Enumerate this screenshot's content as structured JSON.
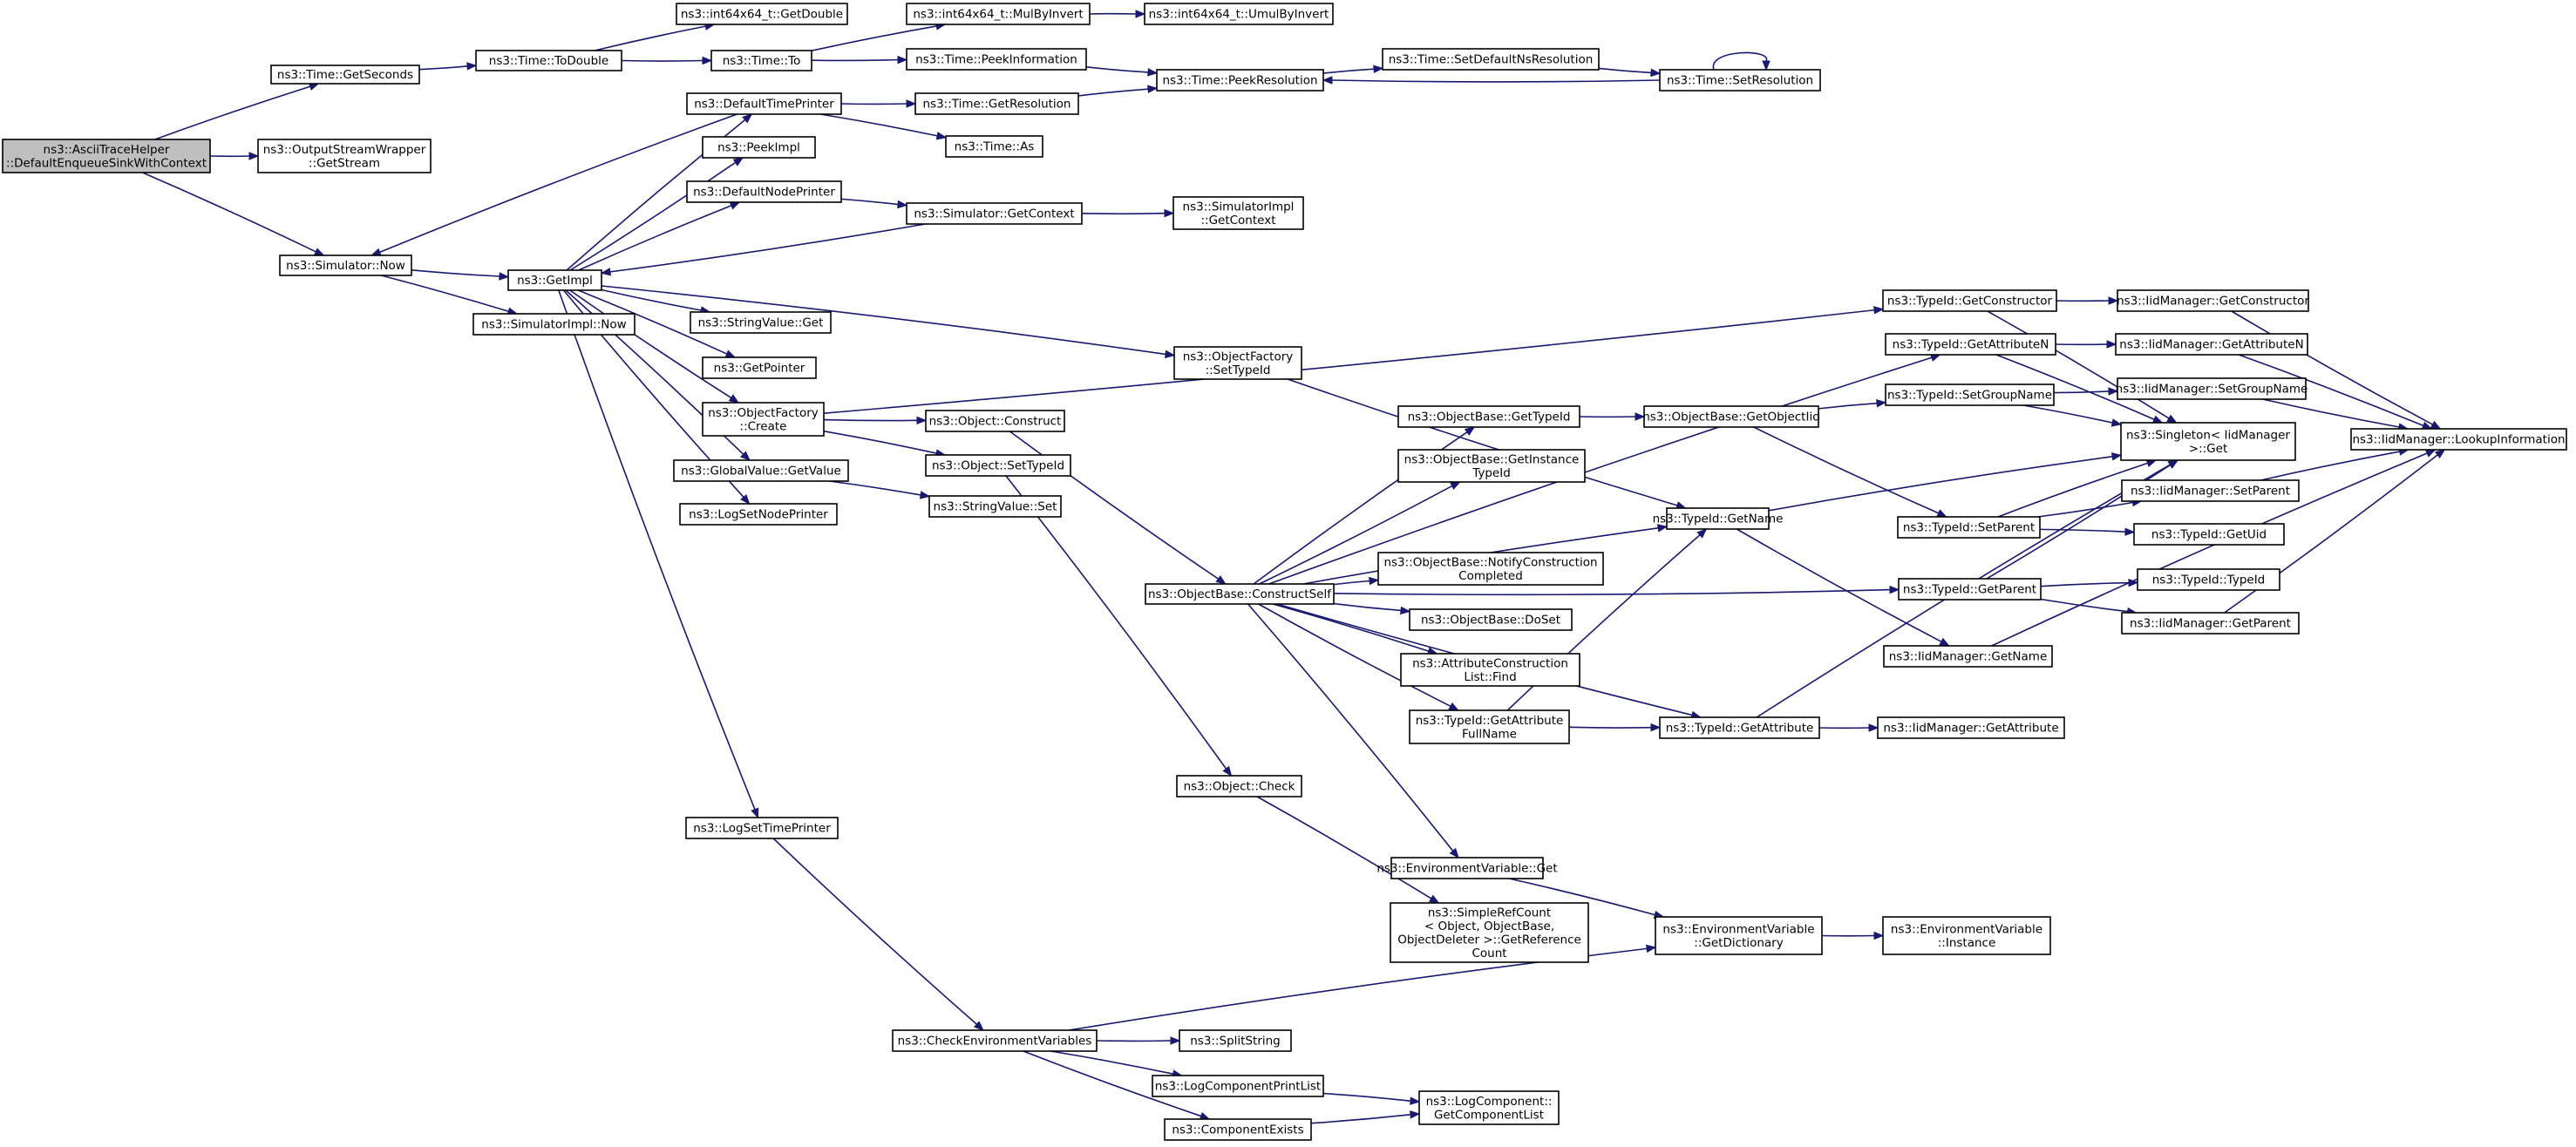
{
  "nodes": [
    {
      "id": "root",
      "lines": [
        "ns3::AsciiTraceHelper",
        "::DefaultEnqueueSinkWithContext"
      ]
    },
    {
      "id": "getSeconds",
      "lines": [
        "ns3::Time::GetSeconds"
      ]
    },
    {
      "id": "osw",
      "lines": [
        "ns3::OutputStreamWrapper",
        "::GetStream"
      ]
    },
    {
      "id": "simNow",
      "lines": [
        "ns3::Simulator::Now"
      ]
    },
    {
      "id": "toDouble",
      "lines": [
        "ns3::Time::ToDouble"
      ]
    },
    {
      "id": "getDouble",
      "lines": [
        "ns3::int64x64_t::GetDouble"
      ]
    },
    {
      "id": "timeTo",
      "lines": [
        "ns3::Time::To"
      ]
    },
    {
      "id": "mulByInvert",
      "lines": [
        "ns3::int64x64_t::MulByInvert"
      ]
    },
    {
      "id": "umulByInvert",
      "lines": [
        "ns3::int64x64_t::UmulByInvert"
      ]
    },
    {
      "id": "peekInfo",
      "lines": [
        "ns3::Time::PeekInformation"
      ]
    },
    {
      "id": "getResolution",
      "lines": [
        "ns3::Time::GetResolution"
      ]
    },
    {
      "id": "peekResolution",
      "lines": [
        "ns3::Time::PeekResolution"
      ]
    },
    {
      "id": "setDefNs",
      "lines": [
        "ns3::Time::SetDefaultNsResolution"
      ]
    },
    {
      "id": "setRes",
      "lines": [
        "ns3::Time::SetResolution"
      ]
    },
    {
      "id": "defTimePrinter",
      "lines": [
        "ns3::DefaultTimePrinter"
      ]
    },
    {
      "id": "timeAs",
      "lines": [
        "ns3::Time::As"
      ]
    },
    {
      "id": "peekImpl",
      "lines": [
        "ns3::PeekImpl"
      ]
    },
    {
      "id": "defNodePrinter",
      "lines": [
        "ns3::DefaultNodePrinter"
      ]
    },
    {
      "id": "simGetContext",
      "lines": [
        "ns3::Simulator::GetContext"
      ]
    },
    {
      "id": "simImplGetContext",
      "lines": [
        "ns3::SimulatorImpl",
        "::GetContext"
      ]
    },
    {
      "id": "getImpl",
      "lines": [
        "ns3::GetImpl"
      ]
    },
    {
      "id": "simImplNow",
      "lines": [
        "ns3::SimulatorImpl::Now"
      ]
    },
    {
      "id": "stringValueGet",
      "lines": [
        "ns3::StringValue::Get"
      ]
    },
    {
      "id": "getPointer",
      "lines": [
        "ns3::GetPointer"
      ]
    },
    {
      "id": "ofCreate",
      "lines": [
        "ns3::ObjectFactory",
        "::Create"
      ]
    },
    {
      "id": "objConstruct",
      "lines": [
        "ns3::Object::Construct"
      ]
    },
    {
      "id": "objSetTypeId",
      "lines": [
        "ns3::Object::SetTypeId"
      ]
    },
    {
      "id": "gvGetValue",
      "lines": [
        "ns3::GlobalValue::GetValue"
      ]
    },
    {
      "id": "svSet",
      "lines": [
        "ns3::StringValue::Set"
      ]
    },
    {
      "id": "logSetNodePrinter",
      "lines": [
        "ns3::LogSetNodePrinter"
      ]
    },
    {
      "id": "ofSetTypeId",
      "lines": [
        "ns3::ObjectFactory",
        "::SetTypeId"
      ]
    },
    {
      "id": "obConstructSelf",
      "lines": [
        "ns3::ObjectBase::ConstructSelf"
      ]
    },
    {
      "id": "obGetTypeId",
      "lines": [
        "ns3::ObjectBase::GetTypeId"
      ]
    },
    {
      "id": "obGetInstanceTypeId",
      "lines": [
        "ns3::ObjectBase::GetInstance",
        "TypeId"
      ]
    },
    {
      "id": "obNotify",
      "lines": [
        "ns3::ObjectBase::NotifyConstruction",
        "Completed"
      ]
    },
    {
      "id": "obDoSet",
      "lines": [
        "ns3::ObjectBase::DoSet"
      ]
    },
    {
      "id": "acFind",
      "lines": [
        "ns3::AttributeConstruction",
        "List::Find"
      ]
    },
    {
      "id": "tidGetAttrFullName",
      "lines": [
        "ns3::TypeId::GetAttribute",
        "FullName"
      ]
    },
    {
      "id": "obGetObjectIid",
      "lines": [
        "ns3::ObjectBase::GetObjectIid"
      ]
    },
    {
      "id": "tidGetName",
      "lines": [
        "ns3::TypeId::GetName"
      ]
    },
    {
      "id": "tidGetAttribute",
      "lines": [
        "ns3::TypeId::GetAttribute"
      ]
    },
    {
      "id": "tidGetConstructor",
      "lines": [
        "ns3::TypeId::GetConstructor"
      ]
    },
    {
      "id": "tidGetAttributeN",
      "lines": [
        "ns3::TypeId::GetAttributeN"
      ]
    },
    {
      "id": "tidSetGroupName",
      "lines": [
        "ns3::TypeId::SetGroupName"
      ]
    },
    {
      "id": "singletonGet",
      "lines": [
        "ns3::Singleton< IidManager",
        ">::Get"
      ]
    },
    {
      "id": "tidSetParent",
      "lines": [
        "ns3::TypeId::SetParent"
      ]
    },
    {
      "id": "tidGetParent",
      "lines": [
        "ns3::TypeId::GetParent"
      ]
    },
    {
      "id": "iidGetName",
      "lines": [
        "ns3::IidManager::GetName"
      ]
    },
    {
      "id": "iidGetAttribute",
      "lines": [
        "ns3::IidManager::GetAttribute"
      ]
    },
    {
      "id": "iidGetConstructor",
      "lines": [
        "ns3::IidManager::GetConstructor"
      ]
    },
    {
      "id": "iidGetAttributeN",
      "lines": [
        "ns3::IidManager::GetAttributeN"
      ]
    },
    {
      "id": "iidSetGroupName",
      "lines": [
        "ns3::IidManager::SetGroupName"
      ]
    },
    {
      "id": "iidSetParent",
      "lines": [
        "ns3::IidManager::SetParent"
      ]
    },
    {
      "id": "tidGetUid",
      "lines": [
        "ns3::TypeId::GetUid"
      ]
    },
    {
      "id": "tidTypeId",
      "lines": [
        "ns3::TypeId::TypeId"
      ]
    },
    {
      "id": "iidGetParent",
      "lines": [
        "ns3::IidManager::GetParent"
      ]
    },
    {
      "id": "iidLookupInfo",
      "lines": [
        "ns3::IidManager::LookupInformation"
      ]
    },
    {
      "id": "objCheck",
      "lines": [
        "ns3::Object::Check"
      ]
    },
    {
      "id": "logSetTimePrinter",
      "lines": [
        "ns3::LogSetTimePrinter"
      ]
    },
    {
      "id": "envGet",
      "lines": [
        "ns3::EnvironmentVariable::Get"
      ]
    },
    {
      "id": "simpleRefCount",
      "lines": [
        "ns3::SimpleRefCount",
        "< Object, ObjectBase,",
        "ObjectDeleter >::GetReference",
        "Count"
      ]
    },
    {
      "id": "envGetDict",
      "lines": [
        "ns3::EnvironmentVariable",
        "::GetDictionary"
      ]
    },
    {
      "id": "envInstance",
      "lines": [
        "ns3::EnvironmentVariable",
        "::Instance"
      ]
    },
    {
      "id": "checkEnv",
      "lines": [
        "ns3::CheckEnvironmentVariables"
      ]
    },
    {
      "id": "splitString",
      "lines": [
        "ns3::SplitString"
      ]
    },
    {
      "id": "logCompPrintList",
      "lines": [
        "ns3::LogComponentPrintList"
      ]
    },
    {
      "id": "compExists",
      "lines": [
        "ns3::ComponentExists"
      ]
    },
    {
      "id": "logCompGetList",
      "lines": [
        "ns3::LogComponent::",
        "GetComponentList"
      ]
    }
  ],
  "edges": [
    [
      "root",
      "getSeconds"
    ],
    [
      "root",
      "osw"
    ],
    [
      "root",
      "simNow"
    ],
    [
      "getSeconds",
      "toDouble"
    ],
    [
      "toDouble",
      "getDouble"
    ],
    [
      "toDouble",
      "timeTo"
    ],
    [
      "timeTo",
      "mulByInvert"
    ],
    [
      "timeTo",
      "peekInfo"
    ],
    [
      "mulByInvert",
      "umulByInvert"
    ],
    [
      "peekInfo",
      "peekResolution"
    ],
    [
      "getResolution",
      "peekResolution"
    ],
    [
      "setDefNs",
      "setRes"
    ],
    [
      "setRes",
      "peekResolution"
    ],
    [
      "setRes",
      "setRes"
    ],
    [
      "peekResolution",
      "setDefNs"
    ],
    [
      "simNow",
      "getImpl"
    ],
    [
      "simNow",
      "simImplNow"
    ],
    [
      "defTimePrinter",
      "getResolution"
    ],
    [
      "defTimePrinter",
      "timeAs"
    ],
    [
      "defTimePrinter",
      "simNow"
    ],
    [
      "getImpl",
      "defTimePrinter"
    ],
    [
      "getImpl",
      "peekImpl"
    ],
    [
      "getImpl",
      "defNodePrinter"
    ],
    [
      "getImpl",
      "stringValueGet"
    ],
    [
      "getImpl",
      "getPointer"
    ],
    [
      "getImpl",
      "ofCreate"
    ],
    [
      "getImpl",
      "gvGetValue"
    ],
    [
      "getImpl",
      "logSetNodePrinter"
    ],
    [
      "getImpl",
      "ofSetTypeId"
    ],
    [
      "getImpl",
      "logSetTimePrinter"
    ],
    [
      "defNodePrinter",
      "simGetContext"
    ],
    [
      "simGetContext",
      "simImplGetContext"
    ],
    [
      "simGetContext",
      "getImpl"
    ],
    [
      "ofCreate",
      "objConstruct"
    ],
    [
      "ofCreate",
      "objSetTypeId"
    ],
    [
      "ofCreate",
      "tidGetConstructor"
    ],
    [
      "gvGetValue",
      "svSet"
    ],
    [
      "objConstruct",
      "obConstructSelf"
    ],
    [
      "objSetTypeId",
      "objCheck"
    ],
    [
      "ofSetTypeId",
      "tidGetName"
    ],
    [
      "obConstructSelf",
      "obGetTypeId"
    ],
    [
      "obConstructSelf",
      "obGetInstanceTypeId"
    ],
    [
      "obConstructSelf",
      "obNotify"
    ],
    [
      "obConstructSelf",
      "obDoSet"
    ],
    [
      "obConstructSelf",
      "acFind"
    ],
    [
      "obConstructSelf",
      "tidGetAttrFullName"
    ],
    [
      "obConstructSelf",
      "tidGetName"
    ],
    [
      "obConstructSelf",
      "tidGetAttribute"
    ],
    [
      "obConstructSelf",
      "tidGetAttributeN"
    ],
    [
      "obConstructSelf",
      "tidGetParent"
    ],
    [
      "obConstructSelf",
      "envGet"
    ],
    [
      "obGetTypeId",
      "obGetObjectIid"
    ],
    [
      "obGetObjectIid",
      "tidSetGroupName"
    ],
    [
      "obGetObjectIid",
      "tidSetParent"
    ],
    [
      "tidGetAttrFullName",
      "tidGetName"
    ],
    [
      "tidGetAttrFullName",
      "tidGetAttribute"
    ],
    [
      "tidGetName",
      "singletonGet"
    ],
    [
      "tidGetName",
      "iidGetName"
    ],
    [
      "tidGetAttribute",
      "singletonGet"
    ],
    [
      "tidGetAttribute",
      "iidGetAttribute"
    ],
    [
      "tidGetConstructor",
      "singletonGet"
    ],
    [
      "tidGetConstructor",
      "iidGetConstructor"
    ],
    [
      "tidGetAttributeN",
      "singletonGet"
    ],
    [
      "tidGetAttributeN",
      "iidGetAttributeN"
    ],
    [
      "tidSetGroupName",
      "singletonGet"
    ],
    [
      "tidSetGroupName",
      "iidSetGroupName"
    ],
    [
      "tidSetParent",
      "singletonGet"
    ],
    [
      "tidSetParent",
      "iidSetParent"
    ],
    [
      "tidSetParent",
      "tidGetUid"
    ],
    [
      "tidGetParent",
      "singletonGet"
    ],
    [
      "tidGetParent",
      "tidTypeId"
    ],
    [
      "tidGetParent",
      "iidGetParent"
    ],
    [
      "iidGetName",
      "iidLookupInfo"
    ],
    [
      "iidGetConstructor",
      "iidLookupInfo"
    ],
    [
      "iidGetAttributeN",
      "iidLookupInfo"
    ],
    [
      "iidSetGroupName",
      "iidLookupInfo"
    ],
    [
      "iidSetParent",
      "iidLookupInfo"
    ],
    [
      "iidGetParent",
      "iidLookupInfo"
    ],
    [
      "objCheck",
      "simpleRefCount"
    ],
    [
      "logSetTimePrinter",
      "checkEnv"
    ],
    [
      "envGet",
      "envGetDict"
    ],
    [
      "envGetDict",
      "envInstance"
    ],
    [
      "checkEnv",
      "envGetDict"
    ],
    [
      "checkEnv",
      "splitString"
    ],
    [
      "checkEnv",
      "logCompPrintList"
    ],
    [
      "checkEnv",
      "compExists"
    ],
    [
      "logCompPrintList",
      "logCompGetList"
    ],
    [
      "compExists",
      "logCompGetList"
    ]
  ],
  "colors": {
    "edge": "#191970",
    "node_border": "#000000",
    "root_fill": "#bfbfbf",
    "node_fill": "#ffffff"
  }
}
